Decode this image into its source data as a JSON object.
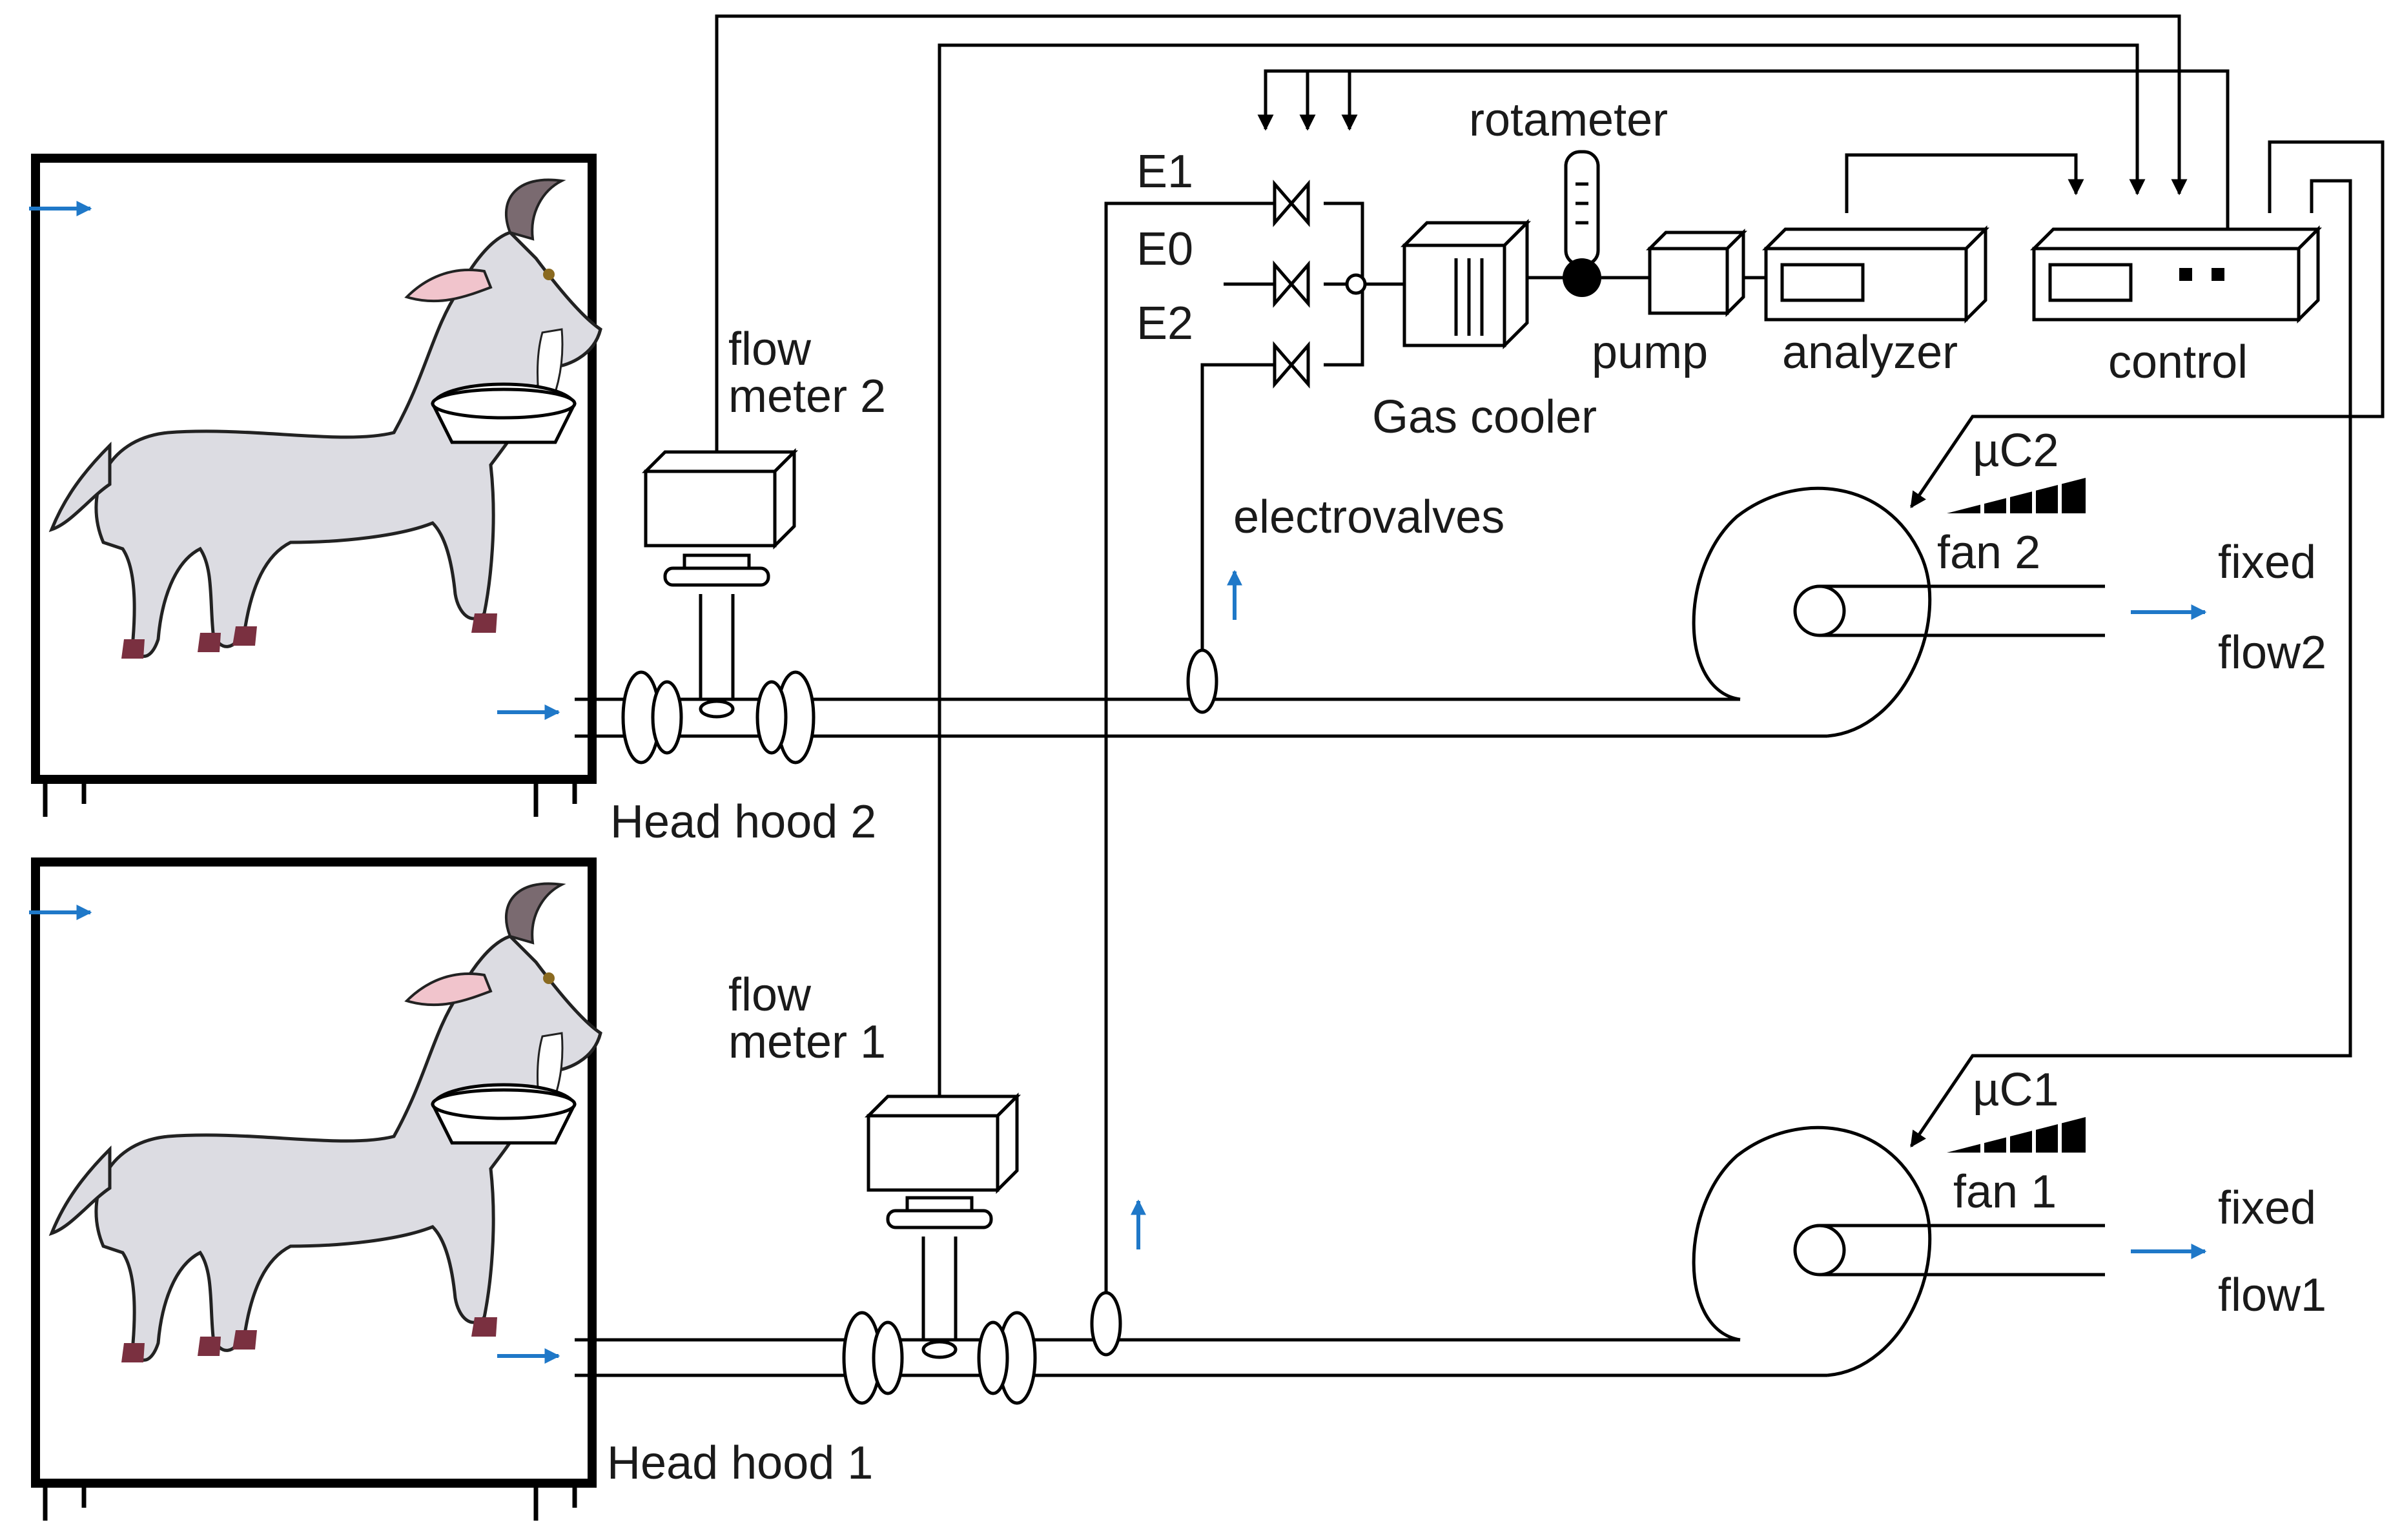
{
  "labels": {
    "flow_meter_2": [
      "flow",
      "meter 2"
    ],
    "flow_meter_1": [
      "flow",
      "meter 1"
    ],
    "head_hood_2": "Head hood 2",
    "head_hood_1": "Head hood 1",
    "valve_e1": "E1",
    "valve_e0": "E0",
    "valve_e2": "E2",
    "electrovalves": "electrovalves",
    "gas_cooler": "Gas cooler",
    "rotameter": "rotameter",
    "pump": "pump",
    "analyzer": "analyzer",
    "control": "control",
    "uc2": "µC2",
    "uc1": "µC1",
    "fan_2": "fan 2",
    "fan_1": "fan 1",
    "fixed_flow_2": [
      "fixed",
      "flow2"
    ],
    "fixed_flow_1": [
      "fixed",
      "flow1"
    ]
  },
  "colors": {
    "flow_arrow": "#1f78c8",
    "line": "#000000",
    "goat_body": "#dcdce2",
    "goat_ear": "#f1c4cc",
    "goat_hoof": "#7a3040"
  },
  "icons": [
    "goat-icon",
    "feed-bowl-icon",
    "flow-arrow-icon",
    "valve-icon",
    "fan-icon"
  ]
}
